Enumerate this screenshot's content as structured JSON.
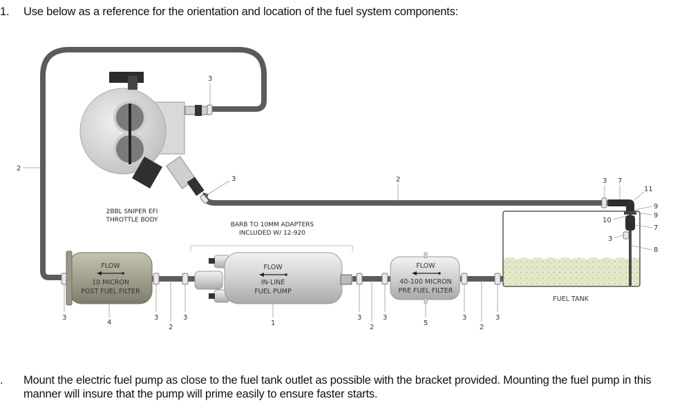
{
  "instructions": {
    "step1": {
      "number": "1.",
      "text": "Use below as a reference for the orientation and location of the fuel system components:"
    },
    "step2": {
      "number": ".",
      "text": "Mount the electric fuel pump as close to the fuel tank outlet as possible with the bracket provided. Mounting the fuel pump in this manner will insure that the pump will prime easily to ensure faster starts."
    }
  },
  "diagram": {
    "throttle_body": {
      "line1": "2BBL SNIPER EFI",
      "line2": "THROTTLE BODY"
    },
    "adapters_note": {
      "line1": "BARB TO 10MM ADAPTERS",
      "line2": "INCLUDED W/ 12-920"
    },
    "post_filter": {
      "flow": "FLOW",
      "line1": "10 MICRON",
      "line2": "POST FUEL FILTER",
      "callout": "4"
    },
    "pump": {
      "flow": "FLOW",
      "line1": "IN-LINE",
      "line2": "FUEL PUMP",
      "callout": "1"
    },
    "pre_filter": {
      "flow": "FLOW",
      "line1": "40-100 MICRON",
      "line2": "PRE FUEL FILTER",
      "callout": "5"
    },
    "tank": {
      "label": "FUEL TANK"
    },
    "callouts": {
      "hose": "2",
      "clamp": "3",
      "fitting": "7",
      "pickup": "8",
      "washer": "9",
      "bulkhead": "10",
      "elbow": "11"
    },
    "colors": {
      "hose": "#5b5b5b",
      "tank_fuel": "#dfe6c4",
      "filter_post": "#a8a695",
      "metal": "#d8d8d8"
    }
  }
}
